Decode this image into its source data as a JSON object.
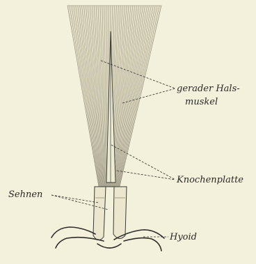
{
  "diagram": {
    "labels": {
      "muscle_line1": "gerader Hals-",
      "muscle_line2": "muskel",
      "bone_plate": "Knochenplatte",
      "tendons": "Sehnen",
      "hyoid": "Hyoid"
    },
    "colors": {
      "paper": "#f3f0dc",
      "ink": "#2a2a26"
    }
  }
}
